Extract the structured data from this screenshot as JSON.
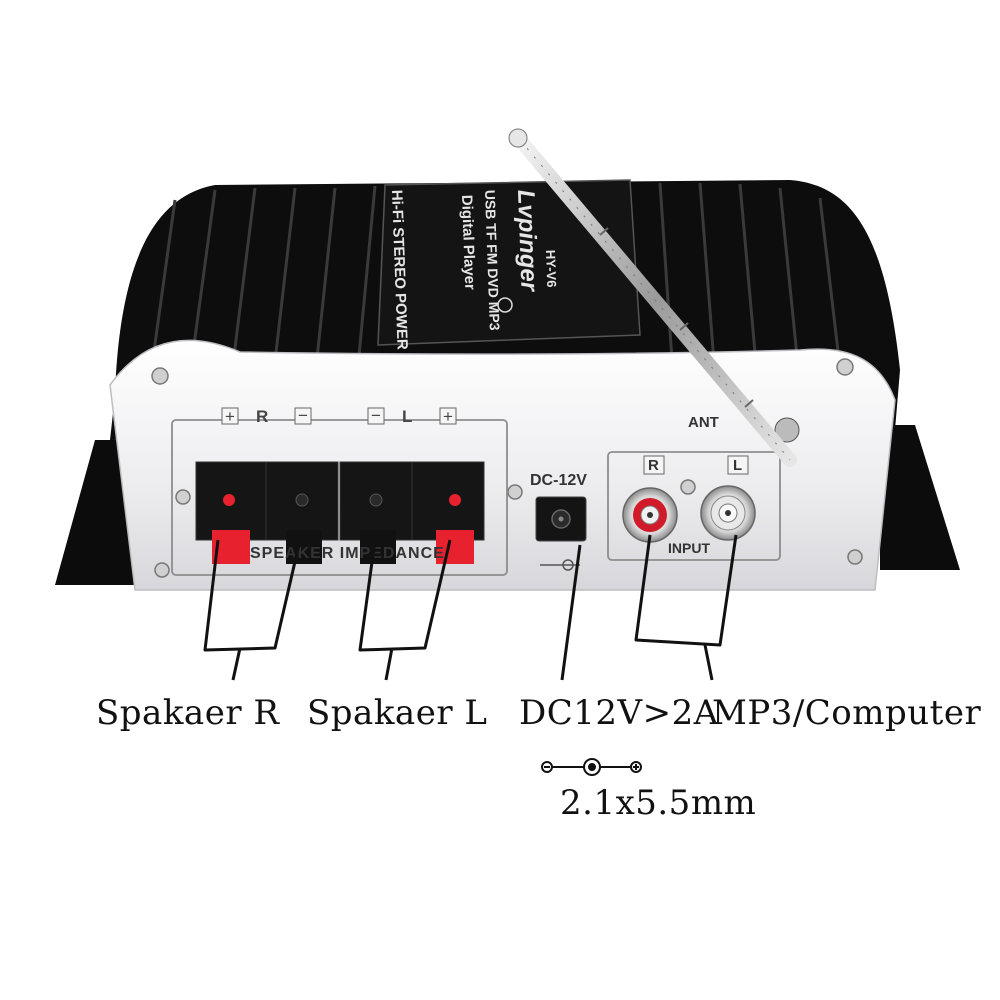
{
  "device": {
    "brand": "Lvpinger",
    "model": "HY-V6",
    "plate_line1": "Hi-Fi STEREO POWER AMPLIFIER",
    "plate_line2": "USB TF FM DVD MP3",
    "plate_line3": "Digital Player",
    "speaker_panel": {
      "plus": "+",
      "minus": "−",
      "r": "R",
      "l": "L",
      "caption": "SPEAKER IMPEDANCE"
    },
    "dc_label": "DC-12V",
    "input_panel": {
      "r": "R",
      "l": "L",
      "caption": "INPUT"
    },
    "antenna_label": "ANT"
  },
  "annotations": {
    "speaker_r": "Spakaer R",
    "speaker_l": "Spakaer L",
    "dc": "DC12V>2A",
    "input": "MP3/Computer",
    "plug_size": "2.1x5.5mm"
  },
  "colors": {
    "heatsink": "#0d0d0d",
    "silver_panel": "#e9e9eb",
    "terminal_red": "#e8212f",
    "terminal_black": "#151515",
    "rca_red": "#d21b2a"
  }
}
